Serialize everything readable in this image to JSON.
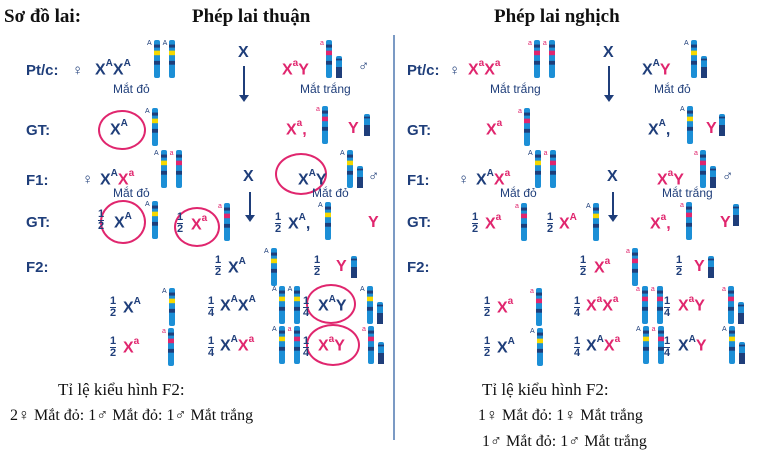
{
  "header": {
    "diagram_label": "Sơ đồ lai:",
    "forward_title": "Phép lai thuận",
    "reverse_title": "Phép lai nghịch"
  },
  "row_labels": {
    "ptc": "Pt/c:",
    "gt1": "GT:",
    "f1": "F1:",
    "gt2": "GT:",
    "f2": "F2:"
  },
  "symbols": {
    "female": "♀",
    "male": "♂",
    "cross": "X",
    "half": {
      "num": "1",
      "den": "2"
    },
    "quarter": {
      "num": "1",
      "den": "4"
    }
  },
  "forward": {
    "p_female": {
      "base1": "X",
      "sup1": "A",
      "base2": "X",
      "sup2": "A",
      "pheno": "Mắt đỏ"
    },
    "p_male": {
      "base1": "X",
      "sup1": "a",
      "base2": "Y",
      "pheno": "Mắt trắng"
    },
    "gt_female": {
      "base": "X",
      "sup": "A"
    },
    "gt_male": {
      "x_base": "X",
      "x_sup": "a",
      "comma": ",",
      "y": "Y"
    },
    "f1_female": {
      "base1": "X",
      "sup1": "A",
      "base2": "X",
      "sup2": "a",
      "pheno": "Mắt đỏ"
    },
    "f1_male": {
      "base1": "X",
      "sup1": "A",
      "base2": "Y",
      "pheno": "Mắt đỏ"
    },
    "gt2_female": [
      {
        "base": "X",
        "sup": "A"
      },
      {
        "base": "X",
        "sup": "a"
      }
    ],
    "gt2_male": {
      "x_base": "X",
      "x_sup": "A",
      "comma": ",",
      "y": "Y"
    },
    "f2_top": [
      {
        "base": "X",
        "sup": "A"
      },
      {
        "y": "Y"
      }
    ],
    "f2_left": [
      {
        "base": "X",
        "sup": "A"
      },
      {
        "base": "X",
        "sup": "a"
      }
    ],
    "f2_cells": [
      {
        "base1": "X",
        "sup1": "A",
        "base2": "X",
        "sup2": "A"
      },
      {
        "base1": "X",
        "sup1": "A",
        "base2": "Y"
      },
      {
        "base1": "X",
        "sup1": "A",
        "base2": "X",
        "sup2": "a"
      },
      {
        "base1": "X",
        "sup1": "a",
        "base2": "Y"
      }
    ],
    "summary_title": "Tỉ lệ kiểu hình F2:",
    "summary_line": "2♀ Mắt đỏ: 1♂ Mắt đỏ: 1♂ Mắt trắng"
  },
  "reverse": {
    "p_female": {
      "base1": "X",
      "sup1": "a",
      "base2": "X",
      "sup2": "a",
      "pheno": "Mắt trắng"
    },
    "p_male": {
      "base1": "X",
      "sup1": "A",
      "base2": "Y",
      "pheno": "Mắt đỏ"
    },
    "gt_female": {
      "base": "X",
      "sup": "a"
    },
    "gt_male": {
      "x_base": "X",
      "x_sup": "A",
      "comma": ",",
      "y": "Y"
    },
    "f1_female": {
      "base1": "X",
      "sup1": "A",
      "base2": "X",
      "sup2": "a",
      "pheno": "Mắt đỏ"
    },
    "f1_male": {
      "base1": "X",
      "sup1": "a",
      "base2": "Y",
      "pheno": "Mắt trắng"
    },
    "gt2_female": [
      {
        "base": "X",
        "sup": "a"
      },
      {
        "base": "X",
        "sup": "A"
      }
    ],
    "gt2_male": {
      "x_base": "X",
      "x_sup": "a",
      "comma": ",",
      "y": "Y"
    },
    "f2_top": [
      {
        "base": "X",
        "sup": "a"
      },
      {
        "y": "Y"
      }
    ],
    "f2_left": [
      {
        "base": "X",
        "sup": "a"
      },
      {
        "base": "X",
        "sup": "A"
      }
    ],
    "f2_cells": [
      {
        "base1": "X",
        "sup1": "a",
        "base2": "X",
        "sup2": "a"
      },
      {
        "base1": "X",
        "sup1": "a",
        "base2": "Y"
      },
      {
        "base1": "X",
        "sup1": "A",
        "base2": "X",
        "sup2": "a"
      },
      {
        "base1": "X",
        "sup1": "A",
        "base2": "Y"
      }
    ],
    "summary_title": "Tỉ lệ kiểu hình F2:",
    "summary_line1": "1♀ Mắt đỏ: 1♀ Mắt trắng",
    "summary_line2": "1♂ Mắt đỏ: 1♂ Mắt trắng"
  },
  "allele_labels": {
    "dominant": "A",
    "recessive": "a"
  },
  "colors": {
    "dominant_text": "#1f3e7a",
    "recessive_text": "#e0266e",
    "chromosome_blue": "#1c8fd6",
    "chromosome_navy": "#1f3e7a",
    "chromosome_pink": "#e0266e",
    "band_yellow": "#f5d800",
    "circle": "#e0266e"
  }
}
